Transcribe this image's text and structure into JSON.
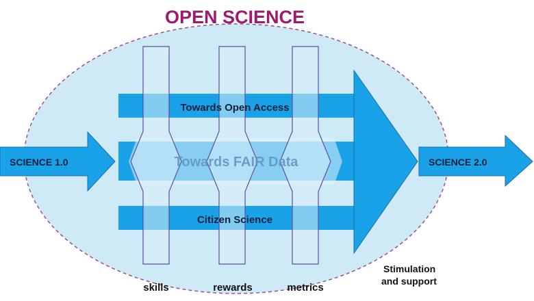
{
  "title": "OPEN SCIENCE",
  "input_label": "SCIENCE 1.0",
  "output_label": "SCIENCE 2.0",
  "tracks": {
    "open_access": "Towards Open Access",
    "fair_data": "Towards FAIR Data",
    "citizen_science": "Citizen Science"
  },
  "pillars": {
    "skills": "skills",
    "rewards": "rewards",
    "metrics": "metrics"
  },
  "big_arrow_caption_line1": "Stimulation",
  "big_arrow_caption_line2": "and support",
  "colors": {
    "title": "#9b1b6f",
    "arrow_blue": "#1aa2e8",
    "ellipse_fill": "#cfeaf7",
    "ellipse_border": "#9b4f8f",
    "pillar_fill": "#d8eef9",
    "pillar_stroke": "#5a4f9e"
  }
}
